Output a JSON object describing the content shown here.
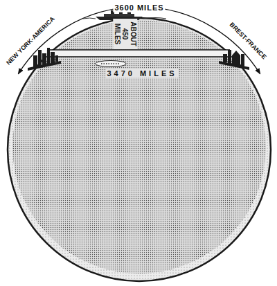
{
  "diagram": {
    "labels": [
      "3600 MILES",
      "NEW YORK-AMERICA",
      "BREST-FRANCE",
      "ABOUT 450 MILES",
      "3470 MILES"
    ]
  }
}
